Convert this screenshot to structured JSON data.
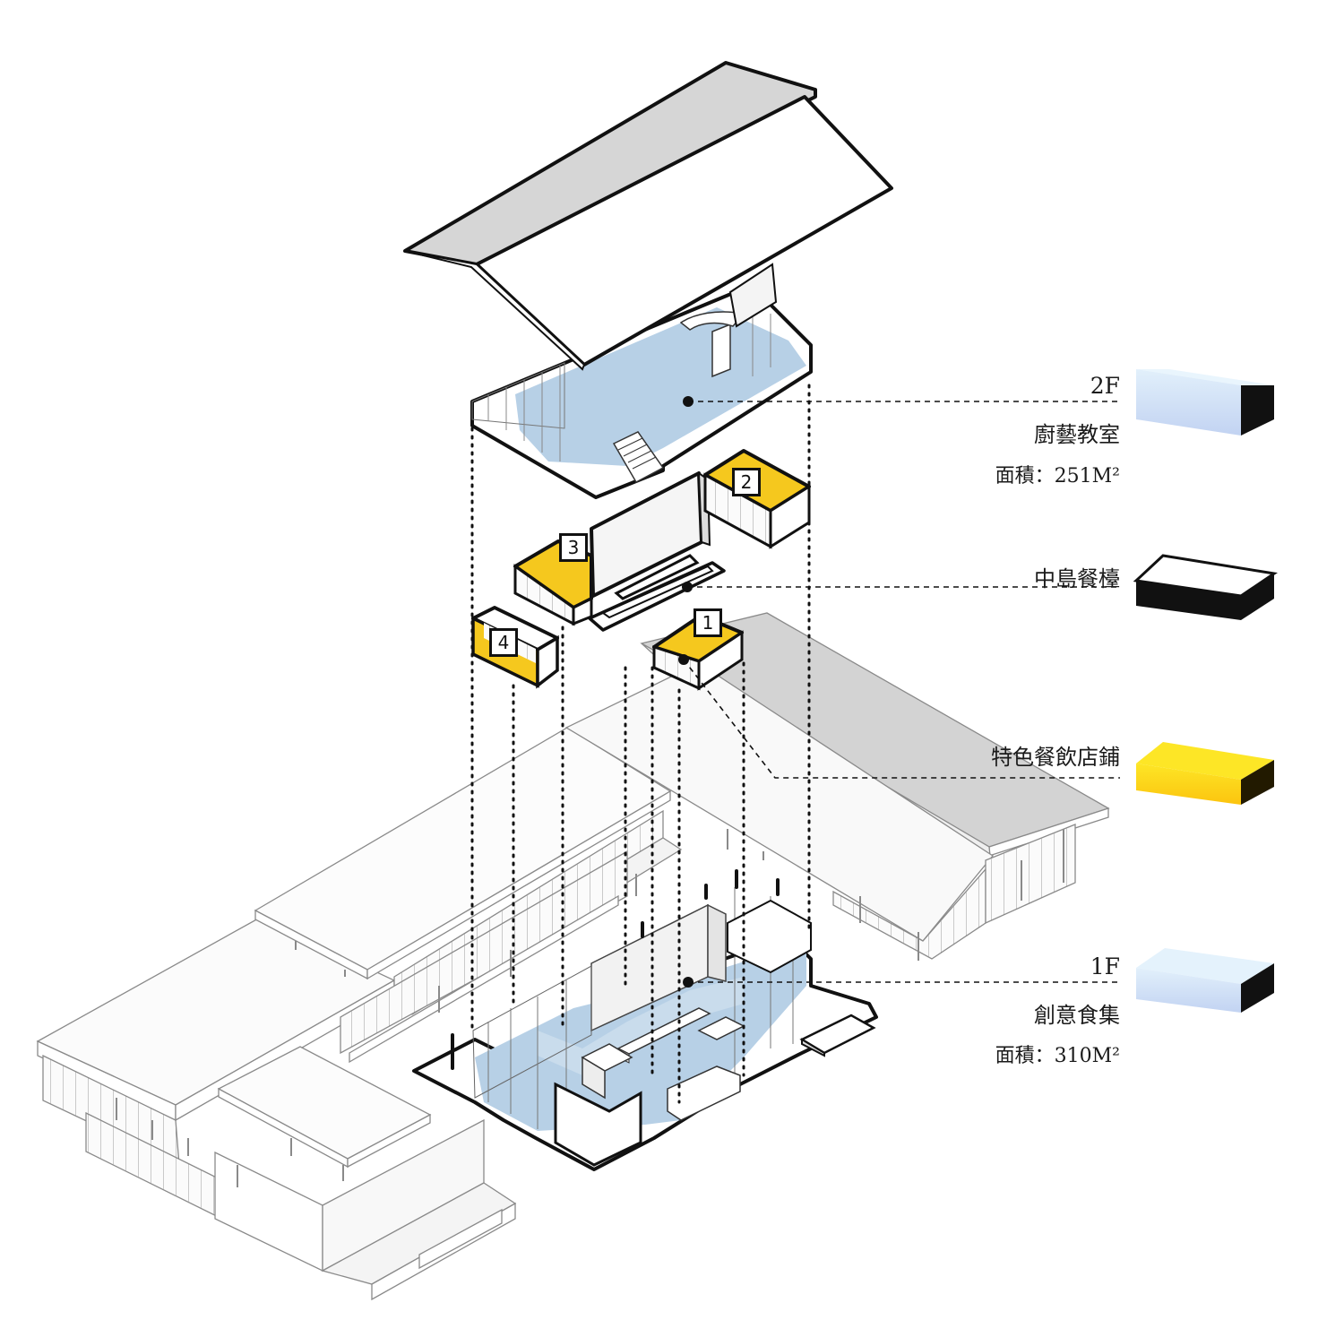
{
  "legend": {
    "floor2": {
      "floor_label": "2F",
      "space_name": "廚藝教室",
      "area_label": "面積：251M²"
    },
    "island": {
      "space_name": "中島餐檯"
    },
    "shops": {
      "space_name": "特色餐飲店鋪"
    },
    "floor1": {
      "floor_label": "1F",
      "space_name": "創意食集",
      "area_label": "面積：310M²"
    }
  },
  "shop_numbers": {
    "shop1": "1",
    "shop2": "2",
    "shop3": "3",
    "shop4": "4"
  },
  "colors": {
    "line": "#111111",
    "floor_blue": "#b7d0e6",
    "shop_yellow": "#f5c81e",
    "roof_grey": "#d6d6d6",
    "island_black": "#111111"
  }
}
